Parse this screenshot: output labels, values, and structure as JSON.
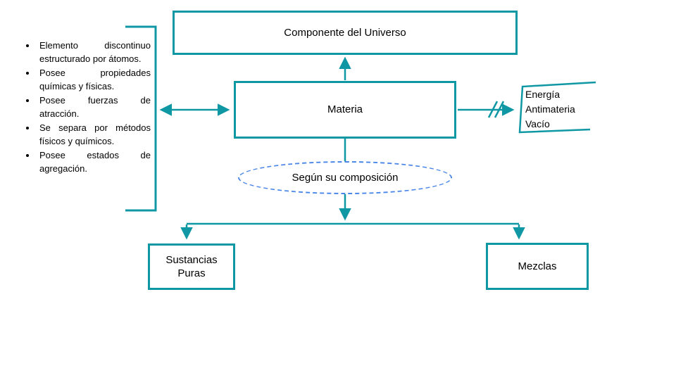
{
  "colors": {
    "teal": "#0f98a4",
    "blue_dashed": "#4a86e8",
    "text": "#000000",
    "background": "#ffffff"
  },
  "diagram": {
    "top_box": "Componente del Universo",
    "center_box": "Materia",
    "condition_label": "Según su composición",
    "left_child_box": "Sustancias\nPuras",
    "right_child_box": "Mezclas",
    "side_note_lines": [
      "Energía",
      "Antimateria",
      "Vacío"
    ]
  },
  "bullets": [
    "Elemento discontinuo estructurado por átomos.",
    "Posee propiedades químicas y físicas.",
    "Posee fuerzas de atracción.",
    "Se separa por métodos físicos y químicos.",
    "Posee estados de agregación."
  ]
}
